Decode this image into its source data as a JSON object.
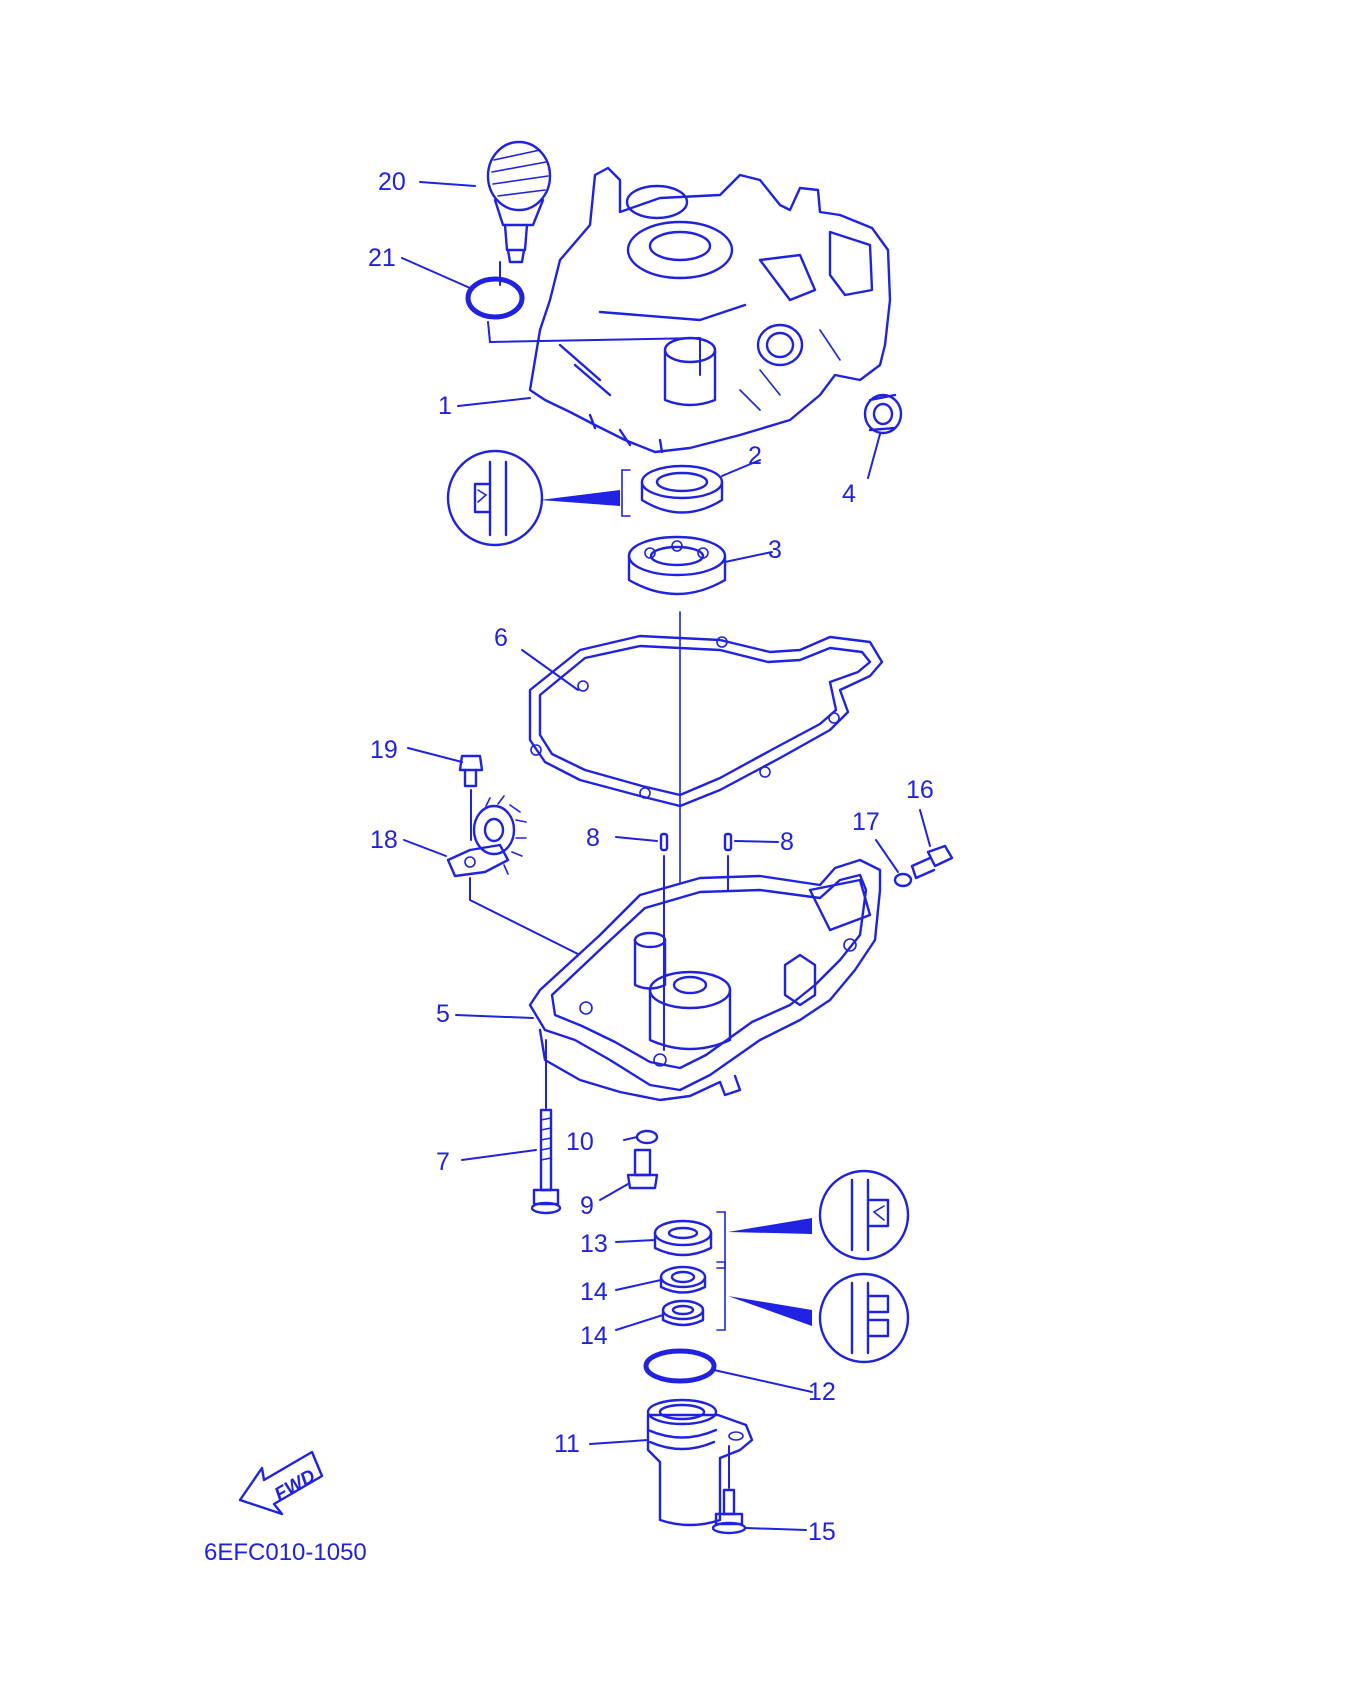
{
  "colors": {
    "ink": "#1f22e0",
    "background": "#ffffff"
  },
  "callouts": {
    "c1": "1",
    "c2": "2",
    "c3": "3",
    "c4": "4",
    "c5": "5",
    "c6": "6",
    "c7": "7",
    "c8a": "8",
    "c8b": "8",
    "c9": "9",
    "c10": "10",
    "c11": "11",
    "c12": "12",
    "c13": "13",
    "c14a": "14",
    "c14b": "14",
    "c15": "15",
    "c16": "16",
    "c17": "17",
    "c18": "18",
    "c19": "19",
    "c20": "20",
    "c21": "21"
  },
  "fwd_label": "FWD",
  "diagram_code": "6EFC010-1050",
  "icons": [
    "fwd-arrow-icon",
    "seal-detail-icon"
  ]
}
